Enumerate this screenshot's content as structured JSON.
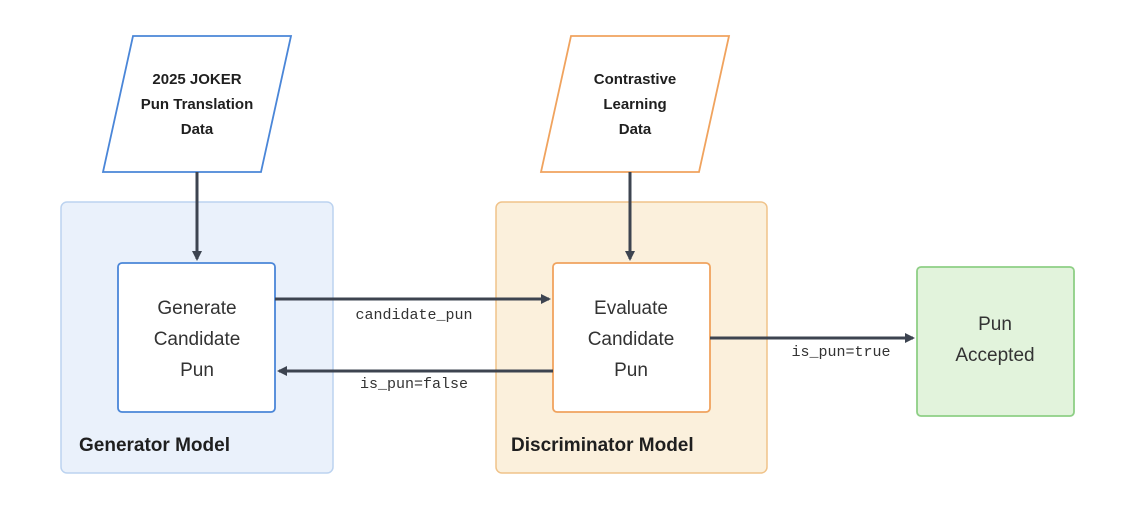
{
  "inputs": {
    "joker_data": {
      "lines": [
        "2025 JOKER",
        "Pun Translation",
        "Data"
      ],
      "stroke": "#4a86d8",
      "fill": "#ffffff"
    },
    "contrastive_data": {
      "lines": [
        "Contrastive",
        "Learning",
        "Data"
      ],
      "stroke": "#f0a35e",
      "fill": "#ffffff"
    }
  },
  "groups": {
    "generator": {
      "label": "Generator Model",
      "fill": "#eaf1fb",
      "stroke": "#bcd3f0"
    },
    "discriminator": {
      "label": "Discriminator Model",
      "fill": "#fbf0dc",
      "stroke": "#f0c38a"
    }
  },
  "processes": {
    "generate": {
      "lines": [
        "Generate",
        "Candidate",
        "Pun"
      ],
      "stroke": "#4a86d8"
    },
    "evaluate": {
      "lines": [
        "Evaluate",
        "Candidate",
        "Pun"
      ],
      "stroke": "#f0a35e"
    },
    "accepted": {
      "lines": [
        "Pun",
        "Accepted"
      ],
      "fill": "#e2f3dc",
      "stroke": "#8ecf85"
    }
  },
  "edges": {
    "candidate_pun": "candidate_pun",
    "is_pun_false": "is_pun=false",
    "is_pun_true": "is_pun=true"
  },
  "colors": {
    "arrow": "#3d4450",
    "text": "#1f1f1f"
  }
}
